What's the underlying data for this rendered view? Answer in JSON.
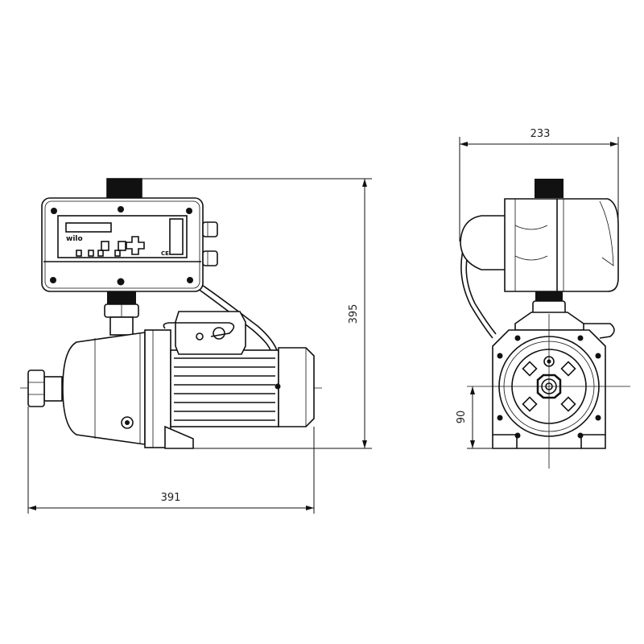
{
  "drawing": {
    "side_view": {
      "dimension_length": "391",
      "dimension_height": "395",
      "brand_logo": "wilo",
      "ce_mark": "CE"
    },
    "front_view": {
      "dimension_width": "233",
      "dimension_axis_height": "90"
    }
  }
}
